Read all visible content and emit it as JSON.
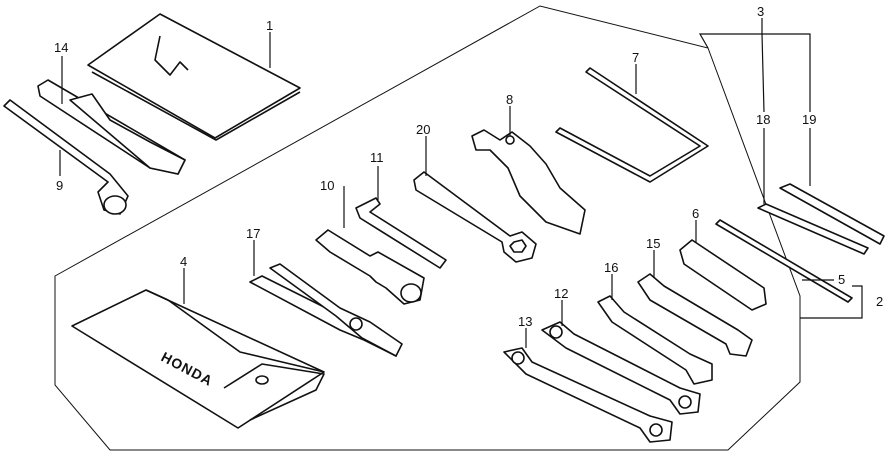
{
  "callouts": [
    {
      "id": "c1",
      "label": "1"
    },
    {
      "id": "c2",
      "label": "2"
    },
    {
      "id": "c3",
      "label": "3"
    },
    {
      "id": "c4",
      "label": "4"
    },
    {
      "id": "c5",
      "label": "5"
    },
    {
      "id": "c6",
      "label": "6"
    },
    {
      "id": "c7",
      "label": "7"
    },
    {
      "id": "c8",
      "label": "8"
    },
    {
      "id": "c9",
      "label": "9"
    },
    {
      "id": "c10",
      "label": "10"
    },
    {
      "id": "c11",
      "label": "11"
    },
    {
      "id": "c12",
      "label": "12"
    },
    {
      "id": "c13",
      "label": "13"
    },
    {
      "id": "c14",
      "label": "14"
    },
    {
      "id": "c15",
      "label": "15"
    },
    {
      "id": "c16",
      "label": "16"
    },
    {
      "id": "c17",
      "label": "17"
    },
    {
      "id": "c18",
      "label": "18"
    },
    {
      "id": "c19",
      "label": "19"
    },
    {
      "id": "c20",
      "label": "20"
    }
  ],
  "tool_bag_brand": "HONDA"
}
